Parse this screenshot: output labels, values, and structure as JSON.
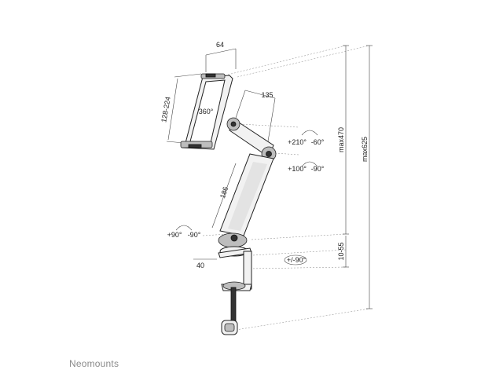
{
  "brand": "Neomounts",
  "dimensions": {
    "holder_width": "64",
    "holder_height": "128-224",
    "arm_upper": "135",
    "arm_lower": "186",
    "clamp_depth": "40",
    "clamp_range": "10-55",
    "max_height_arm": "max470",
    "max_height_total": "max625"
  },
  "rotations": {
    "holder": "360°",
    "upper_joint_left": "+210°",
    "upper_joint_right": "-60°",
    "middle_joint_left": "+100°",
    "middle_joint_right": "-90°",
    "base_joint_left": "+90°",
    "base_joint_right": "-90°",
    "base_swivel": "+/-90°"
  }
}
